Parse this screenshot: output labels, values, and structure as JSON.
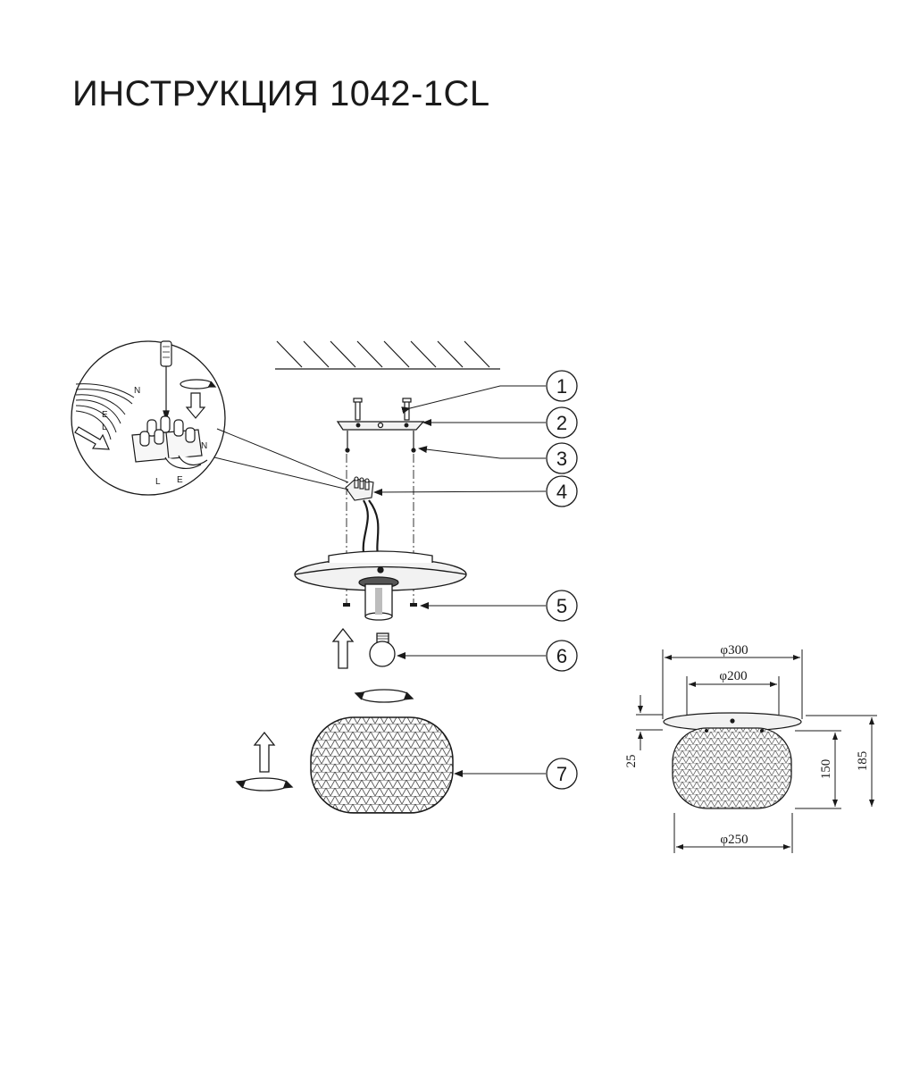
{
  "title": "ИНСТРУКЦИЯ 1042-1CL",
  "callouts": [
    "1",
    "2",
    "3",
    "4",
    "5",
    "6",
    "7"
  ],
  "wire_labels": {
    "n_top": "N",
    "e_left": "E",
    "l_left": "L",
    "n_right": "N",
    "l_bottom": "L",
    "e_bottom": "E"
  },
  "dimensions": {
    "plate_diameter": "φ300",
    "inner_diameter": "φ200",
    "shade_diameter": "φ250",
    "plate_height": "25",
    "shade_height": "150",
    "total_height": "185"
  },
  "colors": {
    "line": "#1a1a1a",
    "fill_light": "#f2f2f2",
    "shade_dark": "#4a4a4a"
  }
}
